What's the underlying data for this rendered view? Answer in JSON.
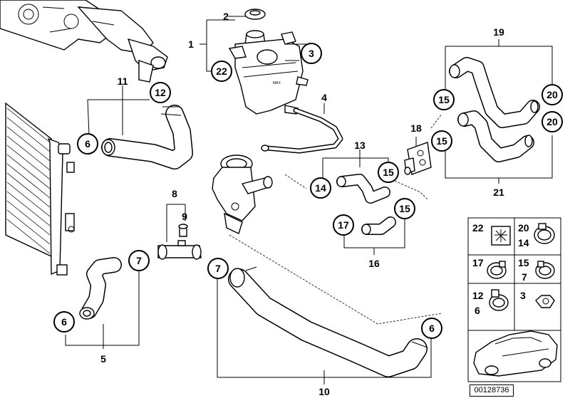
{
  "callouts": [
    {
      "id": "c2",
      "label": "2",
      "circled": false
    },
    {
      "id": "c1",
      "label": "1",
      "circled": false
    },
    {
      "id": "c3",
      "label": "3",
      "circled": true
    },
    {
      "id": "c22",
      "label": "22",
      "circled": true
    },
    {
      "id": "c4",
      "label": "4",
      "circled": false
    },
    {
      "id": "c11",
      "label": "11",
      "circled": false
    },
    {
      "id": "c12",
      "label": "12",
      "circled": true
    },
    {
      "id": "c6a",
      "label": "6",
      "circled": true
    },
    {
      "id": "c19",
      "label": "19",
      "circled": false
    },
    {
      "id": "c15a",
      "label": "15",
      "circled": true
    },
    {
      "id": "c20a",
      "label": "20",
      "circled": true
    },
    {
      "id": "c20b",
      "label": "20",
      "circled": true
    },
    {
      "id": "c15b",
      "label": "15",
      "circled": true
    },
    {
      "id": "c18",
      "label": "18",
      "circled": false
    },
    {
      "id": "c13",
      "label": "13",
      "circled": false
    },
    {
      "id": "c15c",
      "label": "15",
      "circled": true
    },
    {
      "id": "c14",
      "label": "14",
      "circled": true
    },
    {
      "id": "c21",
      "label": "21",
      "circled": false
    },
    {
      "id": "c8",
      "label": "8",
      "circled": false
    },
    {
      "id": "c9",
      "label": "9",
      "circled": false
    },
    {
      "id": "c15d",
      "label": "15",
      "circled": true
    },
    {
      "id": "c17",
      "label": "17",
      "circled": true
    },
    {
      "id": "c16",
      "label": "16",
      "circled": false
    },
    {
      "id": "c7a",
      "label": "7",
      "circled": true
    },
    {
      "id": "c7b",
      "label": "7",
      "circled": true
    },
    {
      "id": "c6b",
      "label": "6",
      "circled": true
    },
    {
      "id": "c5",
      "label": "5",
      "circled": false
    },
    {
      "id": "c6c",
      "label": "6",
      "circled": true
    },
    {
      "id": "c10",
      "label": "10",
      "circled": false
    }
  ],
  "legend": {
    "cells": [
      {
        "id": "l22",
        "labels": [
          "22"
        ]
      },
      {
        "id": "l20",
        "labels": [
          "20",
          "14"
        ]
      },
      {
        "id": "l17",
        "labels": [
          "17"
        ]
      },
      {
        "id": "l15",
        "labels": [
          "15",
          "7"
        ]
      },
      {
        "id": "l12",
        "labels": [
          "12",
          "6"
        ]
      },
      {
        "id": "l3",
        "labels": [
          "3"
        ]
      }
    ]
  },
  "reservoir_marking": "MAX",
  "reference_code": "00128736"
}
